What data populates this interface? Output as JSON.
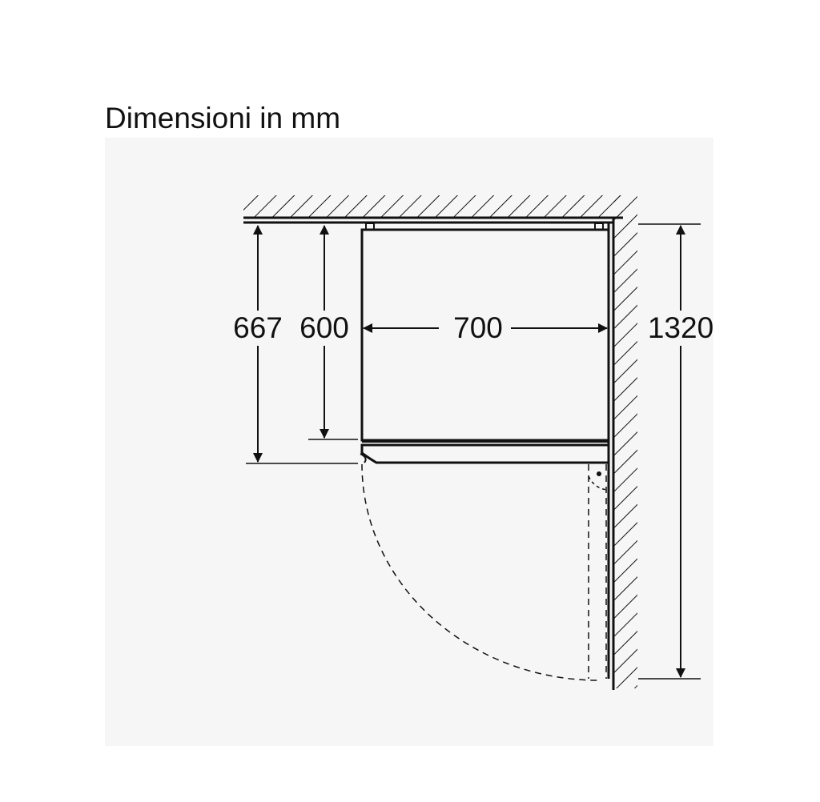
{
  "title": "Dimensioni in mm",
  "dimensions": {
    "depth_total": "667",
    "depth_body": "600",
    "width": "700",
    "door_open_width": "1320"
  },
  "colors": {
    "line": "#111111",
    "panel": "#f6f6f6",
    "background": "#ffffff"
  }
}
